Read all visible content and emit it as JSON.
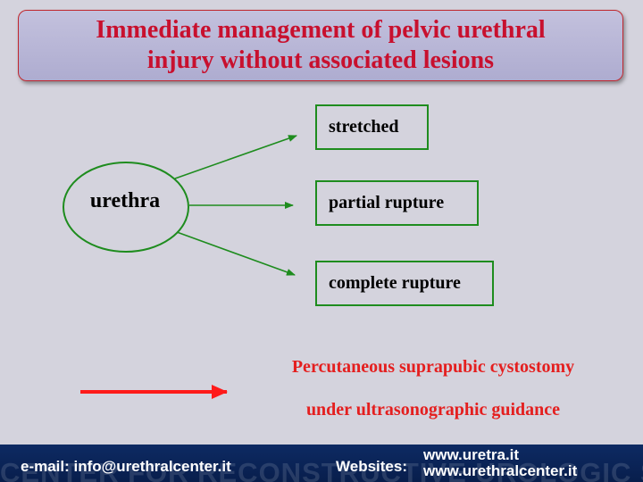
{
  "title": {
    "line1": "Immediate management of pelvic urethral",
    "line2": "injury without associated lesions"
  },
  "diagram": {
    "center": "urethra",
    "outcomes": [
      "stretched",
      "partial rupture",
      "complete rupture"
    ]
  },
  "treatment": {
    "line1": "Percutaneous suprapubic cystostomy",
    "line2": "under ultrasonographic guidance"
  },
  "footer": {
    "email": "e-mail: info@urethralcenter.it",
    "websites_label": "Websites:",
    "website1": "www.uretra.it",
    "website2": "www.urethralcenter.it",
    "watermark": "CENTER FOR RECONSTRUCTIVE UROLOGIC SURGERY"
  },
  "colors": {
    "title_text": "#c8102e",
    "node_border": "#1e8c1e",
    "treatment_text": "#e41f1f",
    "footer_bg": "#0d2a63"
  }
}
